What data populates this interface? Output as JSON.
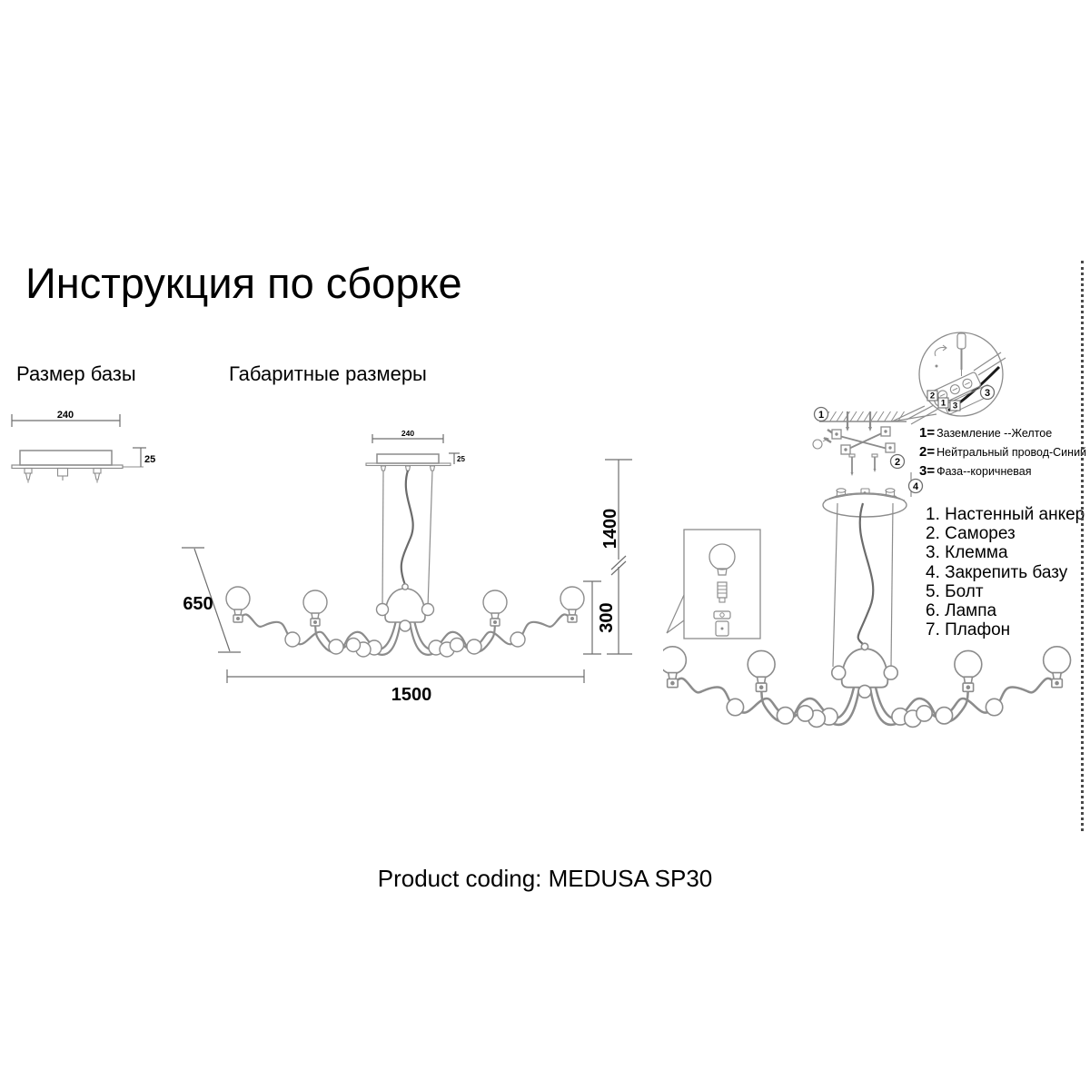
{
  "page": {
    "title": "Инструкция по сборке",
    "product_coding": "Product coding: MEDUSA SP30"
  },
  "sections": {
    "base_size": "Размер базы",
    "overall_dimensions": "Габаритные размеры"
  },
  "base_drawing": {
    "width": "240",
    "height": "25"
  },
  "overall_drawing": {
    "canopy_width": "240",
    "canopy_height": "25",
    "body_height": "650",
    "total_height": "1400",
    "drop_height": "300",
    "total_width": "1500"
  },
  "installation": {
    "markers": {
      "ceiling_step": "1",
      "bracket_step": "2",
      "terminal_detail": "3",
      "base_step": "4"
    },
    "wire_tags": [
      "2",
      "1",
      "3"
    ],
    "legend": [
      {
        "num": "1=",
        "label": "Заземление --Желтое"
      },
      {
        "num": "2=",
        "label": "Нейтральный провод-Синий"
      },
      {
        "num": "3=",
        "label": "Фаза--коричневая"
      }
    ],
    "parts": [
      {
        "num": "1.",
        "label": "Настенный анкер"
      },
      {
        "num": "2.",
        "label": "Саморез"
      },
      {
        "num": "3.",
        "label": "Клемма"
      },
      {
        "num": "4.",
        "label": "Закрепить базу"
      },
      {
        "num": "5.",
        "label": "Болт"
      },
      {
        "num": "6.",
        "label": "Лампа"
      },
      {
        "num": "7.",
        "label": "Плафон"
      }
    ]
  },
  "colors": {
    "background": "#ffffff",
    "text": "#000000",
    "drawing_line": "#8c8c8c",
    "dimension_line": "#6e6e6e"
  }
}
